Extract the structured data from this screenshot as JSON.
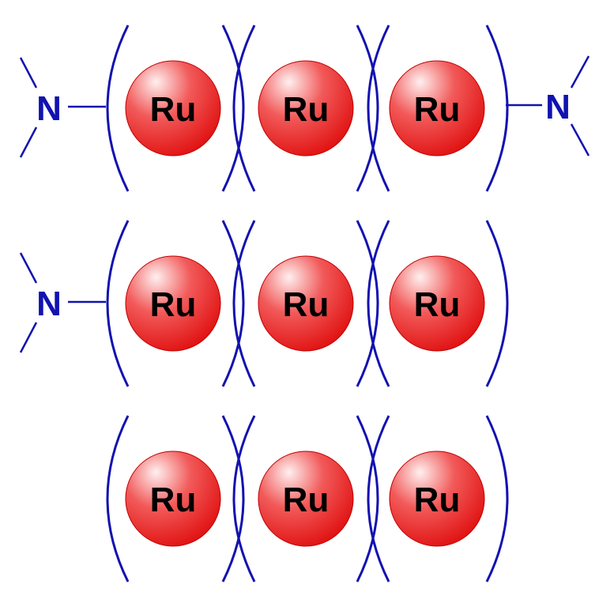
{
  "colors": {
    "ligand": "#1212b0",
    "atom_light": "#fff0f0",
    "atom_mid": "#f25a5a",
    "atom_dark": "#e00f0f",
    "atom_label": "#000000"
  },
  "rows": [
    {
      "atoms": [
        {
          "label": "Ru"
        },
        {
          "label": "Ru"
        },
        {
          "label": "Ru"
        }
      ],
      "left_terminal": {
        "label": "N"
      },
      "right_terminal": {
        "label": "N"
      }
    },
    {
      "atoms": [
        {
          "label": "Ru"
        },
        {
          "label": "Ru"
        },
        {
          "label": "Ru"
        }
      ],
      "left_terminal": {
        "label": "N"
      },
      "right_terminal": null
    },
    {
      "atoms": [
        {
          "label": "Ru"
        },
        {
          "label": "Ru"
        },
        {
          "label": "Ru"
        }
      ],
      "left_terminal": null,
      "right_terminal": null
    }
  ]
}
